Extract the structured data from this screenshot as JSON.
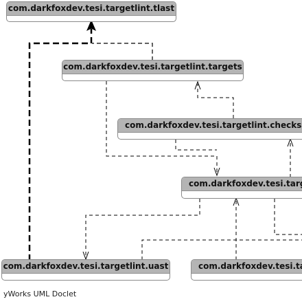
{
  "packages": {
    "tlast": "com.darkfoxdev.tesi.targetlint.tlast",
    "targets": "com.darkfoxdev.tesi.targetlint.targets",
    "checks_op": "com.darkfoxdev.tesi.targetlint.checks.op",
    "target_partial": "com.darkfoxdev.tesi.target",
    "uast": "com.darkfoxdev.tesi.targetlint.uast",
    "tar_partial": "com.darkfoxdev.tesi.tar"
  },
  "footer": "yWorks UML Doclet"
}
